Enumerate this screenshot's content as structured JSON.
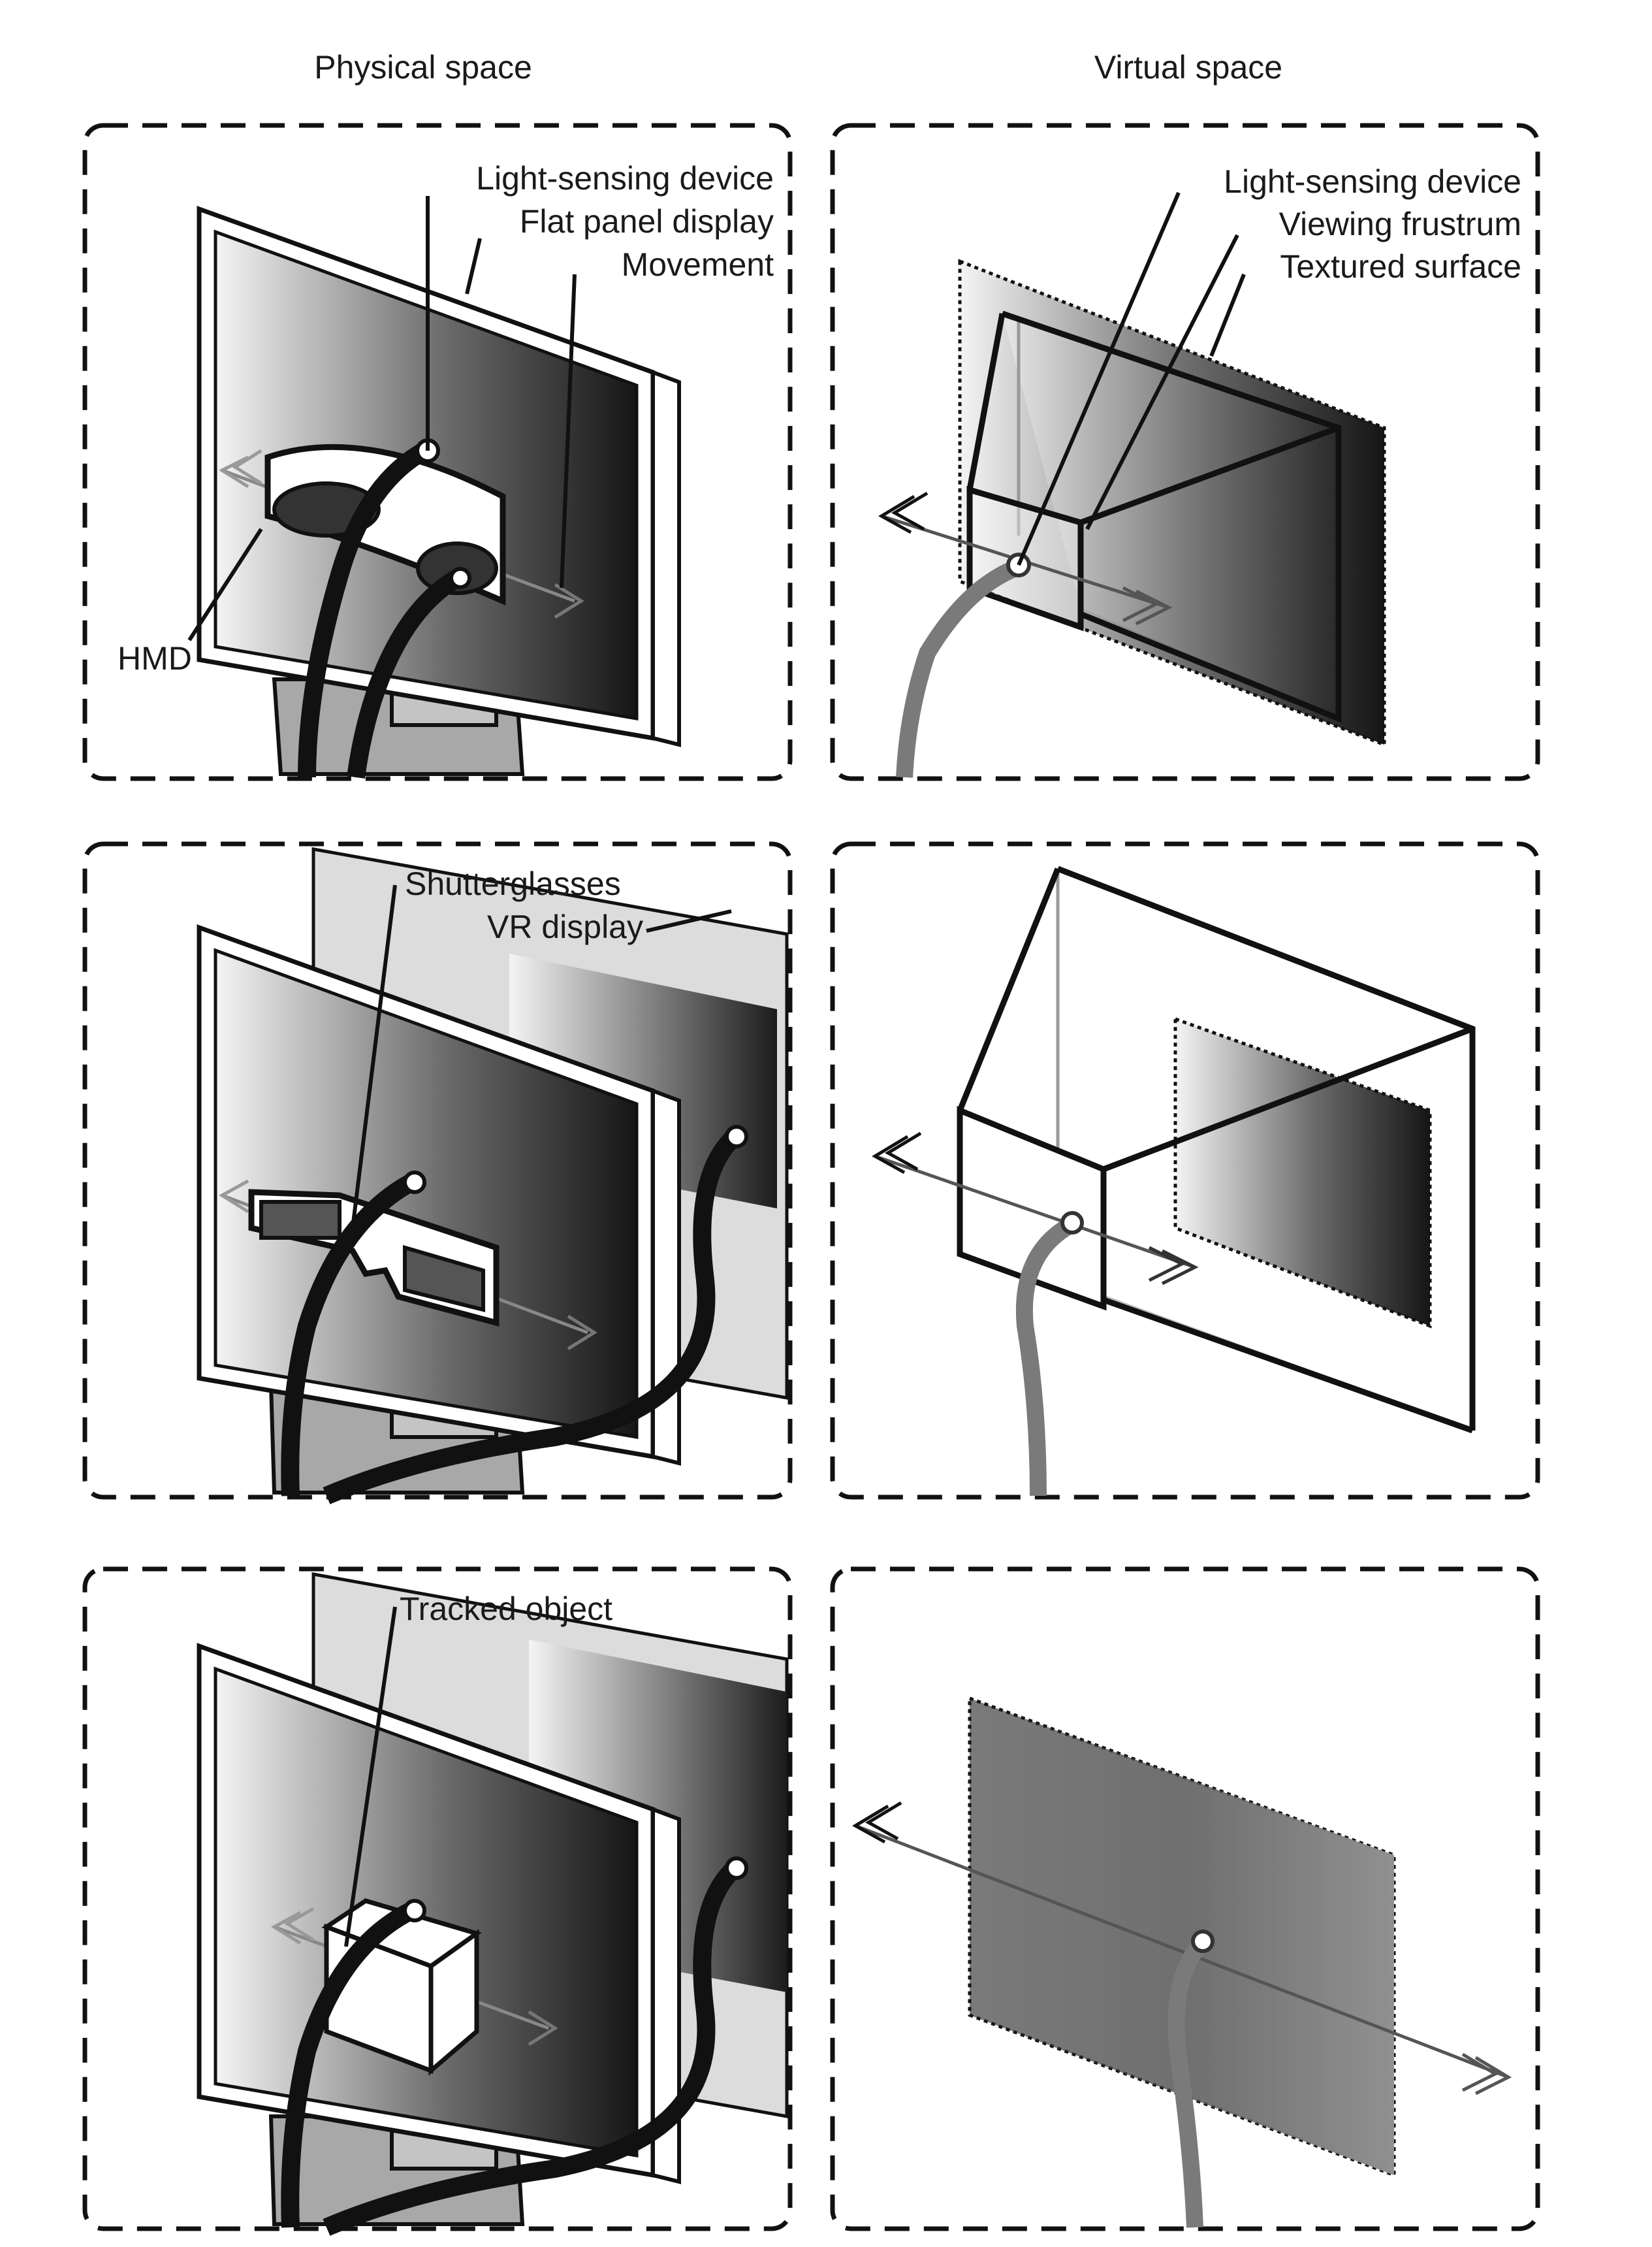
{
  "columns": {
    "physical": "Physical space",
    "virtual": "Virtual space"
  },
  "row1": {
    "physical": {
      "light_sensing": "Light-sensing device",
      "flat_panel": "Flat panel display",
      "movement": "Movement",
      "hmd": "HMD"
    },
    "virtual": {
      "light_sensing": "Light-sensing device",
      "frustum": "Viewing frustrum",
      "surface": "Textured surface"
    }
  },
  "row2": {
    "physical": {
      "shutterglasses": "Shutterglasses",
      "vr_display": "VR display"
    }
  },
  "row3": {
    "physical": {
      "tracked": "Tracked object"
    }
  },
  "colors": {
    "line": "#111111",
    "cable_virtual": "#7a7a7a",
    "stand": "#a8a8a8",
    "wall": "#dcdcdc"
  }
}
